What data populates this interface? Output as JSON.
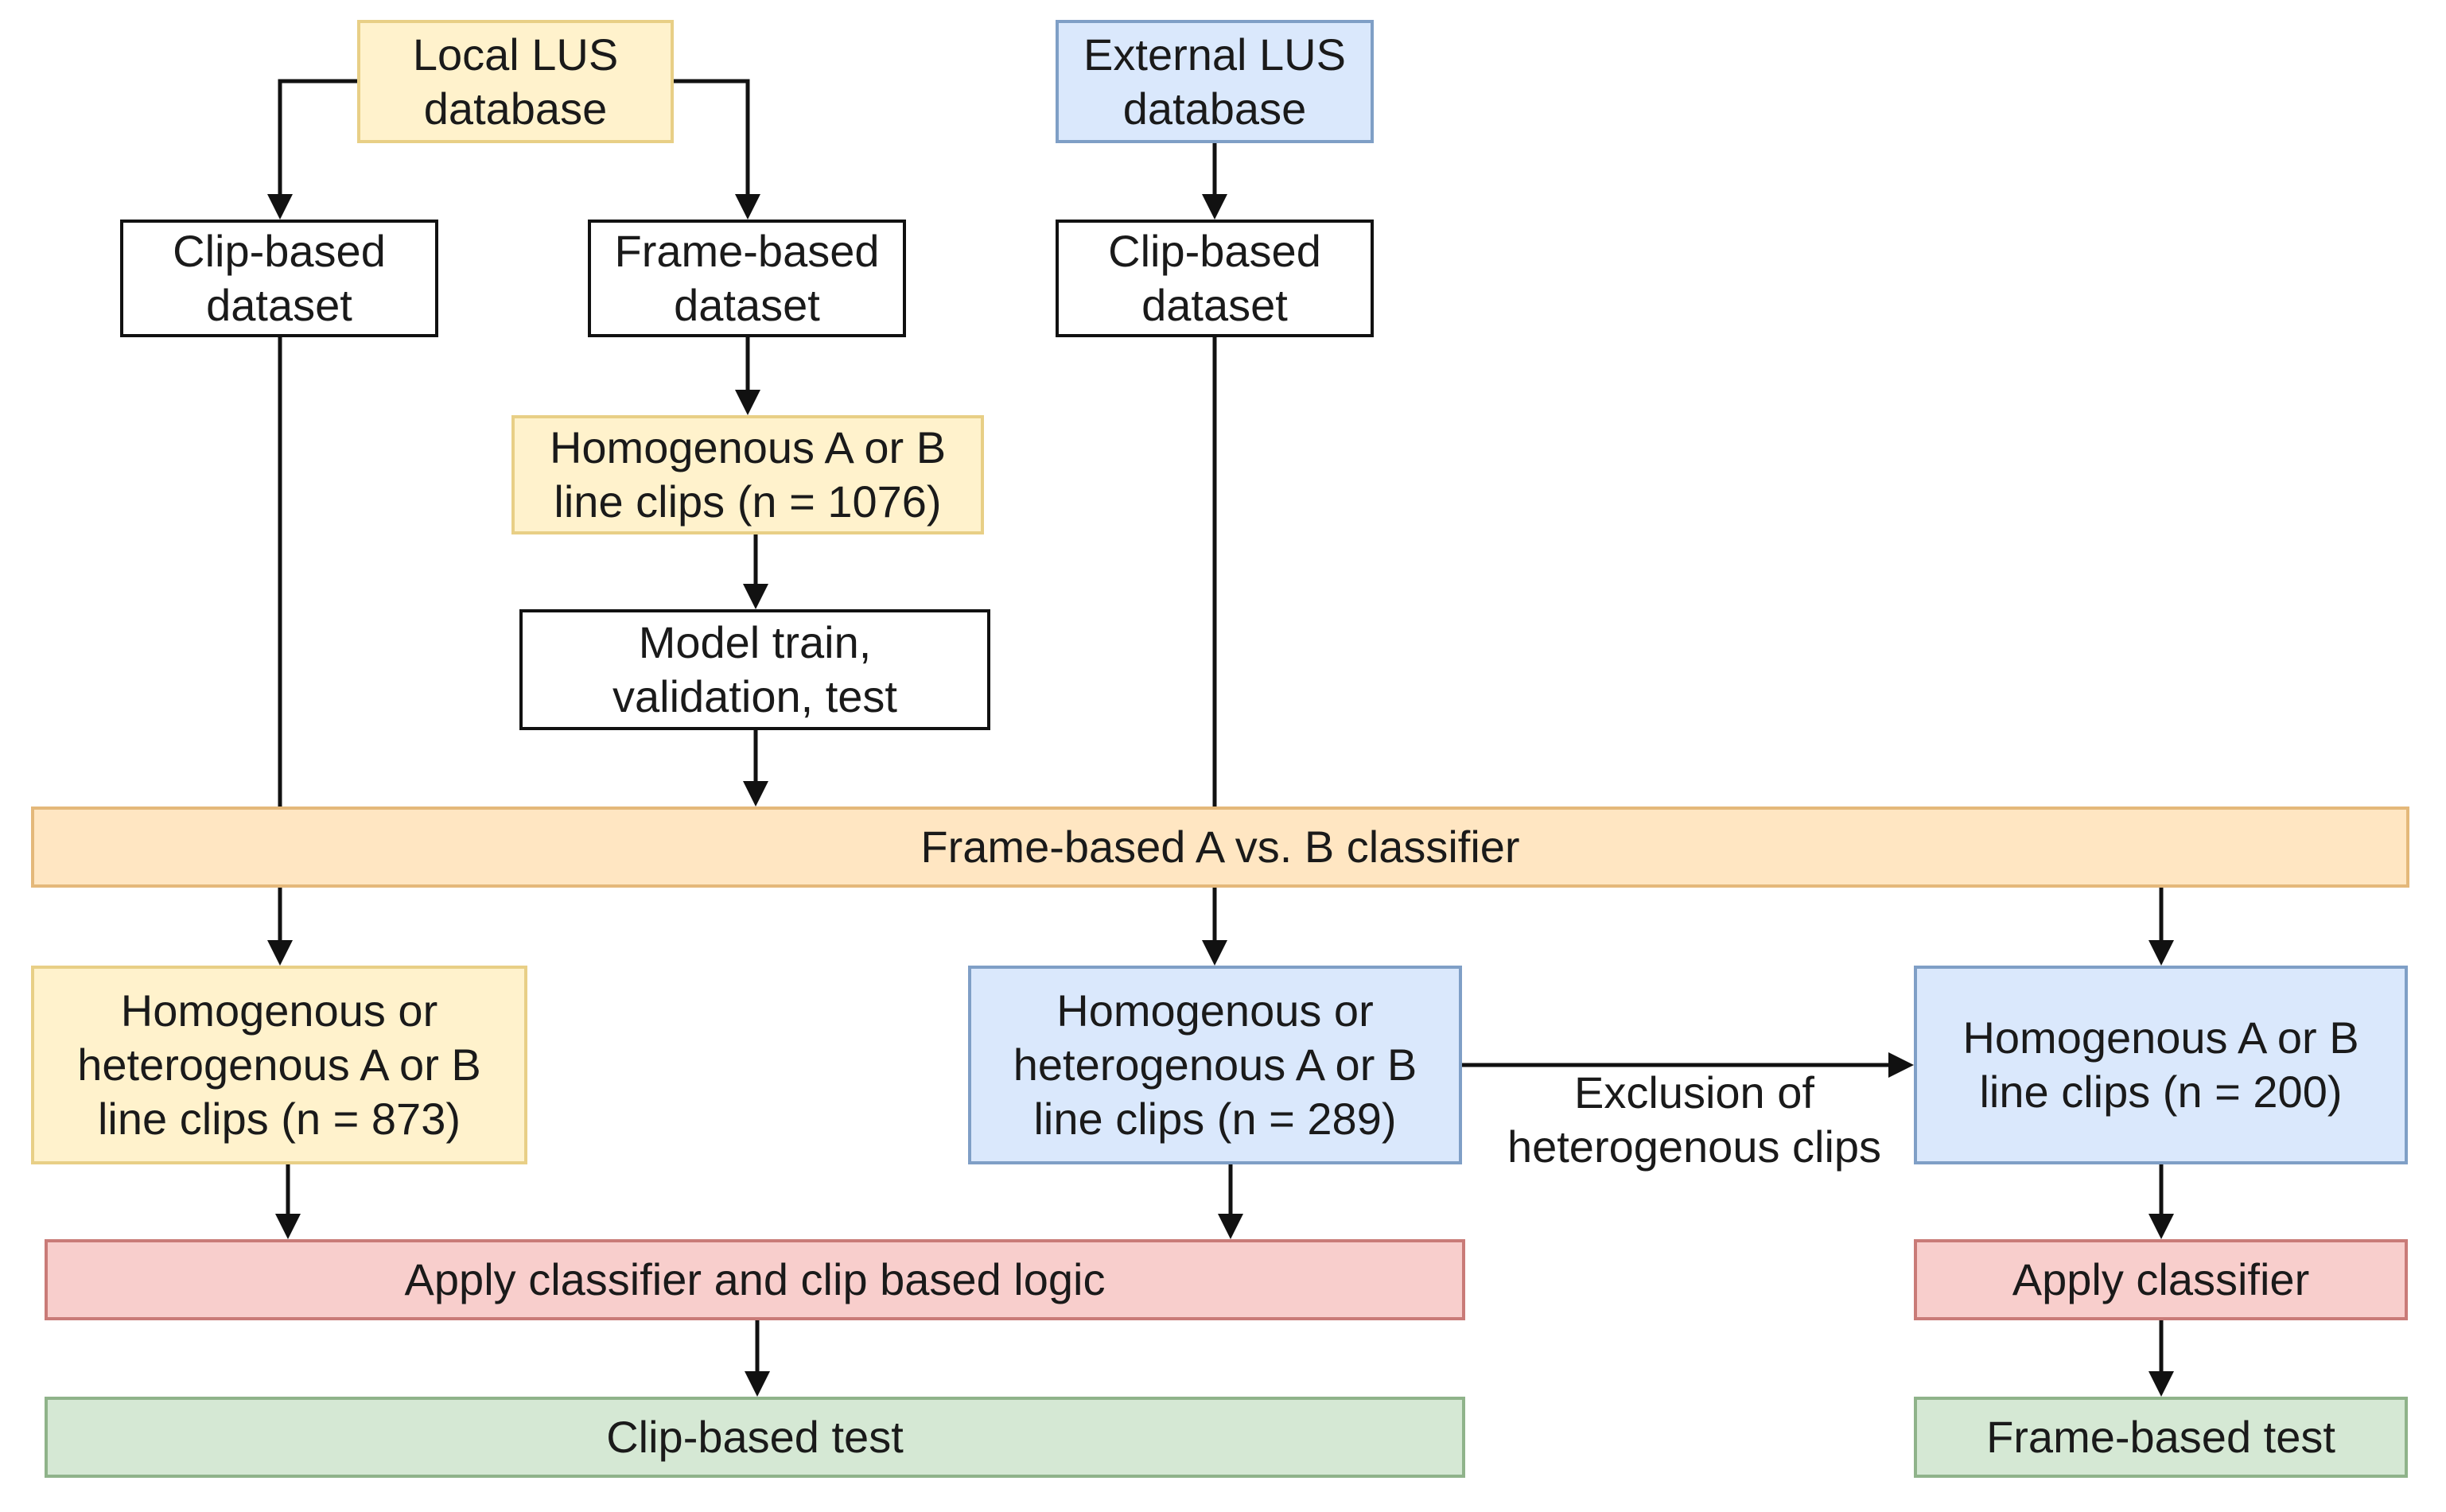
{
  "colors": {
    "local_fill": "#fff2cc",
    "external_fill": "#dae8fc",
    "classifier_fill": "#ffe6c2",
    "apply_fill": "#f8cecc",
    "test_fill": "#d5e8d4"
  },
  "nodes": {
    "local_db": "Local LUS\ndatabase",
    "external_db": "External LUS\ndatabase",
    "local_clip_dataset": "Clip-based\ndataset",
    "local_frame_dataset": "Frame-based\ndataset",
    "external_clip_dataset": "Clip-based\ndataset",
    "homog_1076": "Homogenous A or B\nline clips (n = 1076)",
    "model_train": "Model train,\nvalidation, test",
    "frame_classifier": "Frame-based A vs. B classifier",
    "local_clips_873": "Homogenous or\nheterogenous A or B\nline clips (n = 873)",
    "external_clips_289": "Homogenous or\nheterogenous A or B\nline clips (n = 289)",
    "external_homog_200": "Homogenous A or B\nline clips (n = 200)",
    "apply_logic": "Apply classifier and clip based logic",
    "apply_classifier": "Apply classifier",
    "clip_test": "Clip-based test",
    "frame_test": "Frame-based test"
  },
  "edge_labels": {
    "exclusion": "Exclusion of\nheterogenous clips"
  }
}
